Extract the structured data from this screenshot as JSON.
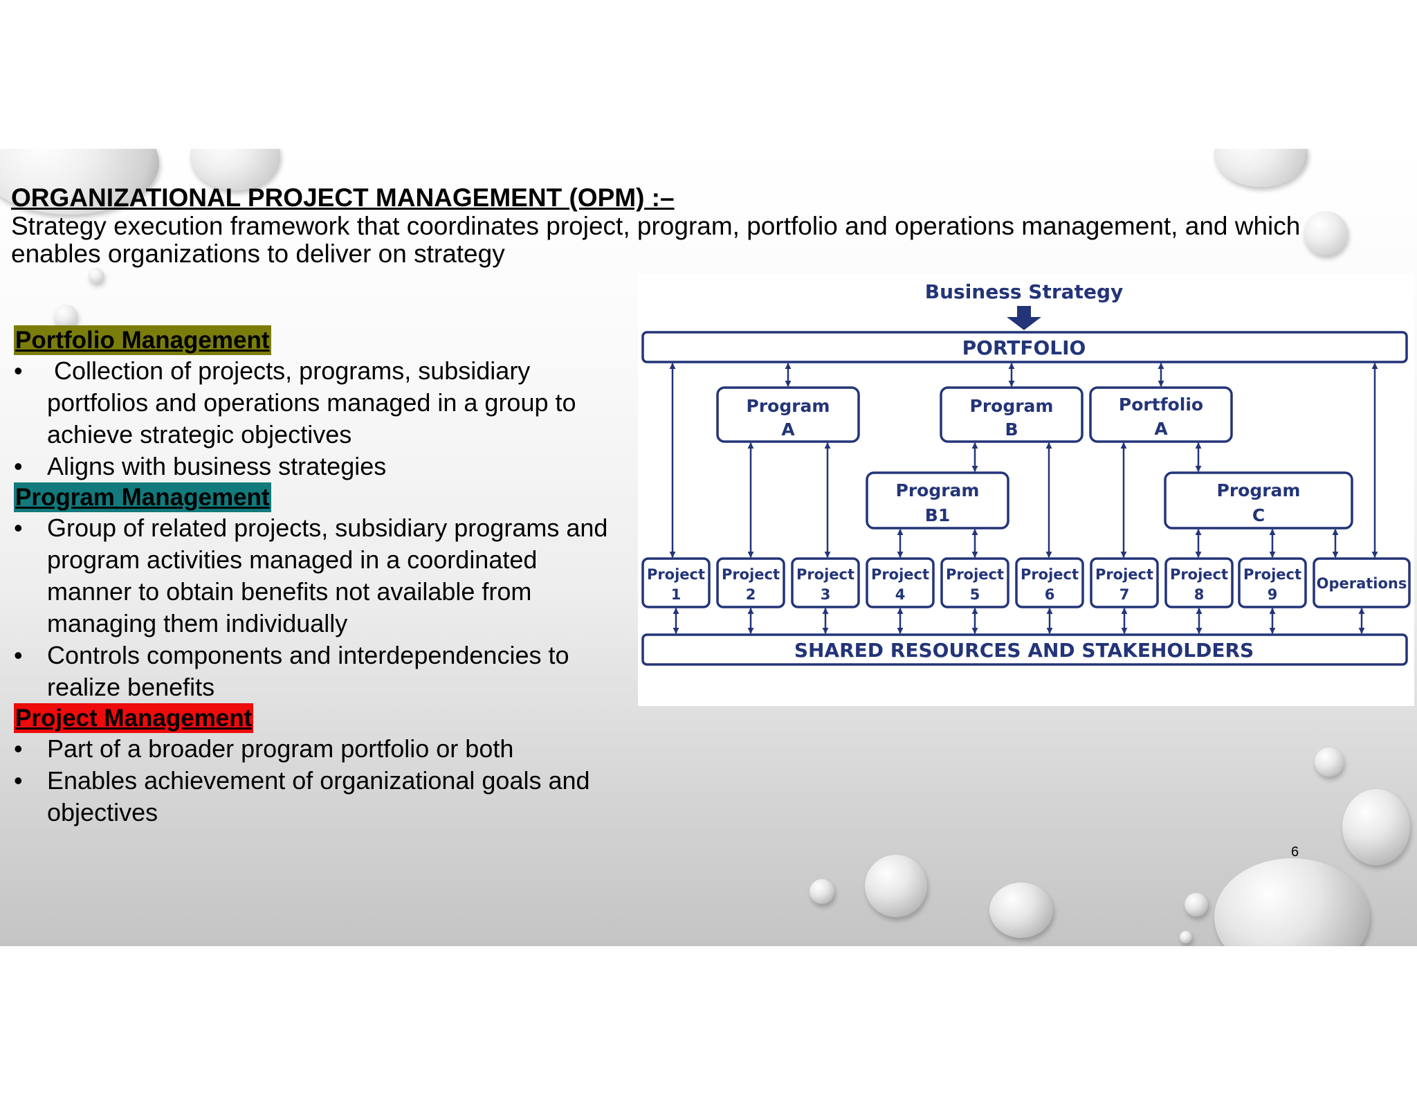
{
  "slide": {
    "title": "ORGANIZATIONAL PROJECT MANAGEMENT (OPM) :–",
    "subtitle": "Strategy execution framework that coordinates project, program, portfolio and operations management, and which enables organizations to deliver on strategy",
    "page_number": "6"
  },
  "sections": [
    {
      "heading": "Portfolio Management",
      "highlight_color": "#7b7d0b",
      "bullets": [
        " Collection of projects, programs, subsidiary portfolios and operations managed in a group to achieve strategic objectives",
        "Aligns with business strategies"
      ]
    },
    {
      "heading": "Program Management",
      "highlight_color": "#127a7c",
      "bullets": [
        "Group of related projects, subsidiary programs and program activities managed in a coordinated manner to obtain benefits not available from managing them individually",
        "Controls components and interdependencies to realize benefits"
      ]
    },
    {
      "heading": "Project Management",
      "highlight_color": "#ee0b0b",
      "bullets": [
        "Part of a broader program portfolio or both",
        "Enables achievement of organizational goals and objectives"
      ]
    }
  ],
  "diagram": {
    "strategy_label": "Business Strategy",
    "portfolio_label": "PORTFOLIO",
    "shared_label": "SHARED RESOURCES AND STAKEHOLDERS",
    "color": "#233478",
    "programs": {
      "program_a": [
        "Program",
        "A"
      ],
      "program_b": [
        "Program",
        "B"
      ],
      "portfolio_a": [
        "Portfolio",
        "A"
      ],
      "program_b1": [
        "Program",
        "B1"
      ],
      "program_c": [
        "Program",
        "C"
      ]
    },
    "leaves": [
      [
        "Project",
        "1"
      ],
      [
        "Project",
        "2"
      ],
      [
        "Project",
        "3"
      ],
      [
        "Project",
        "4"
      ],
      [
        "Project",
        "5"
      ],
      [
        "Project",
        "6"
      ],
      [
        "Project",
        "7"
      ],
      [
        "Project",
        "8"
      ],
      [
        "Project",
        "9"
      ],
      [
        "Operations"
      ]
    ]
  }
}
